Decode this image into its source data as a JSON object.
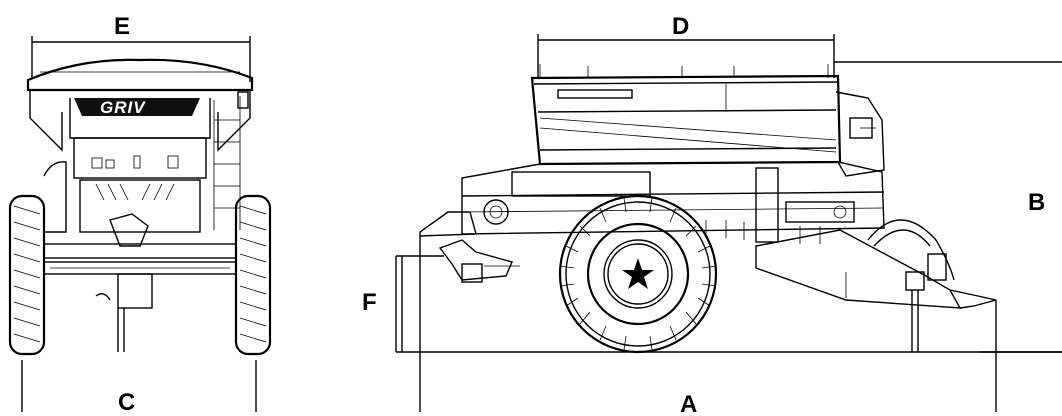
{
  "labels": {
    "a": "A",
    "b": "B",
    "c": "C",
    "d": "D",
    "e": "E",
    "f": "F"
  },
  "brand": "GRIV",
  "colors": {
    "line": "#000000",
    "background": "#ffffff"
  }
}
